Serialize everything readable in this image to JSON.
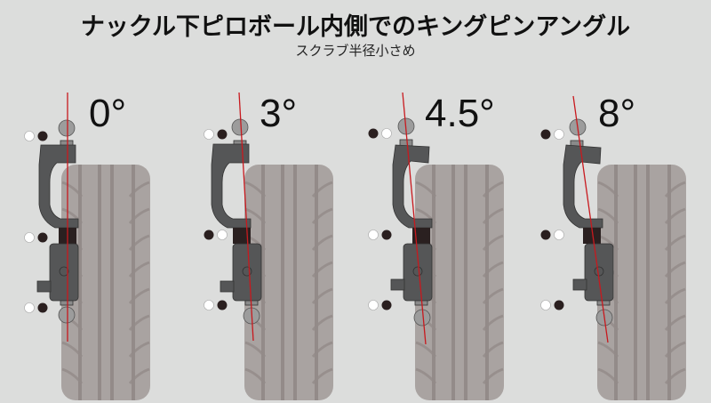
{
  "header": {
    "title": "ナックル下ピロボール内側でのキングピンアングル",
    "subtitle": "スクラブ半径小さめ"
  },
  "colors": {
    "background": "#dcdddc",
    "tire": "#a9a3a1",
    "tread": "#938b89",
    "knuckle": "#555657",
    "knuckle_dark": "#2a2020",
    "ball": "#9c9c9c",
    "axis_line": "#c8191e",
    "dot_black": "#2a1f1f",
    "dot_white": "#ffffff"
  },
  "panels": [
    {
      "angle_label": "0°",
      "angle": 0,
      "dots": {
        "top": [
          "white",
          "black"
        ],
        "middle": [
          "white",
          "black"
        ],
        "bottom": [
          "white",
          "black"
        ]
      }
    },
    {
      "angle_label": "3°",
      "angle": 3,
      "dots": {
        "top": [
          "white",
          "black"
        ],
        "middle": [
          "black",
          "white"
        ],
        "bottom": [
          "white",
          "black"
        ]
      }
    },
    {
      "angle_label": "4.5°",
      "angle": 4.5,
      "dots": {
        "top": [
          "black",
          "white"
        ],
        "middle": [
          "white",
          "black"
        ],
        "bottom": [
          "white",
          "black"
        ]
      }
    },
    {
      "angle_label": "8°",
      "angle": 8,
      "dots": {
        "top": [
          "black",
          "white"
        ],
        "middle": [
          "black",
          "white"
        ],
        "bottom": [
          "white",
          "black"
        ]
      }
    }
  ]
}
